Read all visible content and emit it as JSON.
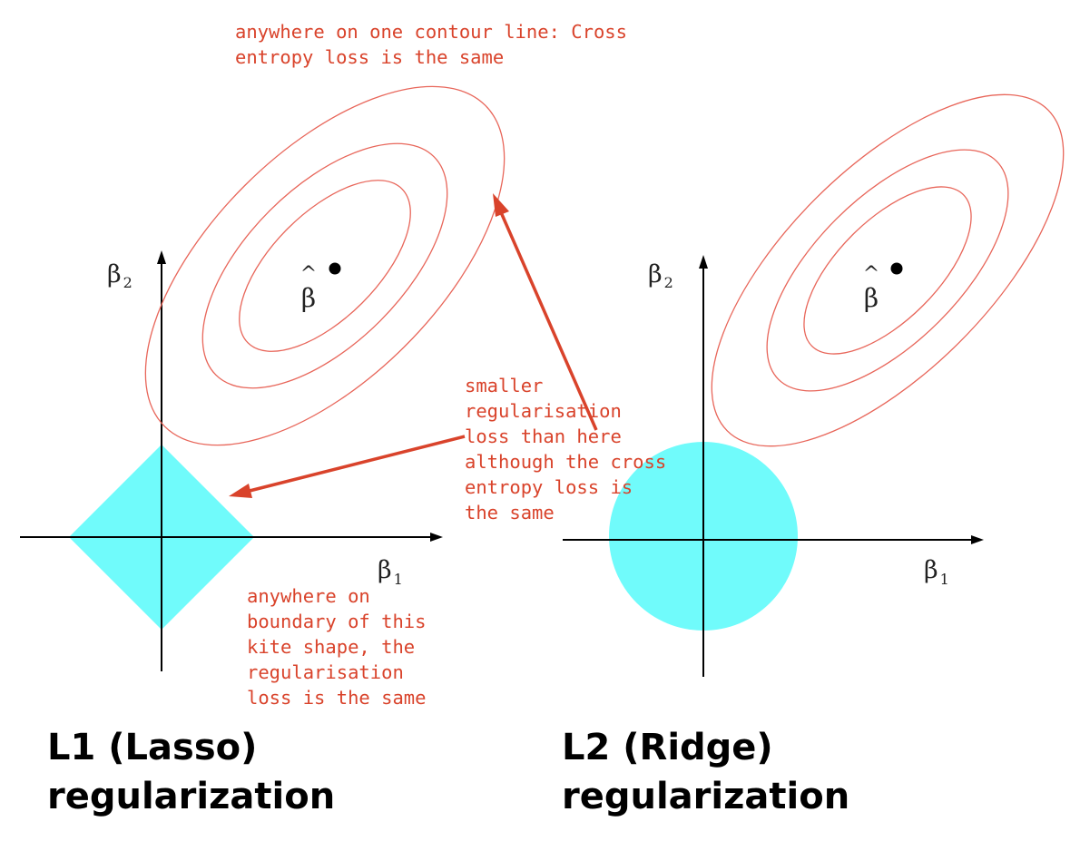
{
  "annotations": {
    "contour_note": "anywhere on one contour line: Cross\nentropy loss is the same",
    "regularisation_note": "smaller\nregularisation\nloss than here\nalthough the cross\nentropy loss is\nthe same",
    "kite_note": "anywhere on\nboundary of this\nkite shape, the\nregularisation\nloss is the same"
  },
  "panels": [
    {
      "id": "l1",
      "y_axis_label": "β",
      "y_axis_sub": "2",
      "x_axis_label": "β",
      "x_axis_sub": "1",
      "estimate_label": "β",
      "estimate_accent": "^",
      "title": "L1 (Lasso)\nregularization",
      "region_shape": "diamond"
    },
    {
      "id": "l2",
      "y_axis_label": "β",
      "y_axis_sub": "2",
      "x_axis_label": "β",
      "x_axis_sub": "1",
      "estimate_label": "β",
      "estimate_accent": "^",
      "title": "L2 (Ridge)\nregularization",
      "region_shape": "circle"
    }
  ],
  "colors": {
    "region_fill": "#70fbfb",
    "contour_stroke": "#e8665a",
    "annotation": "#d9432b",
    "axis": "#000000"
  }
}
